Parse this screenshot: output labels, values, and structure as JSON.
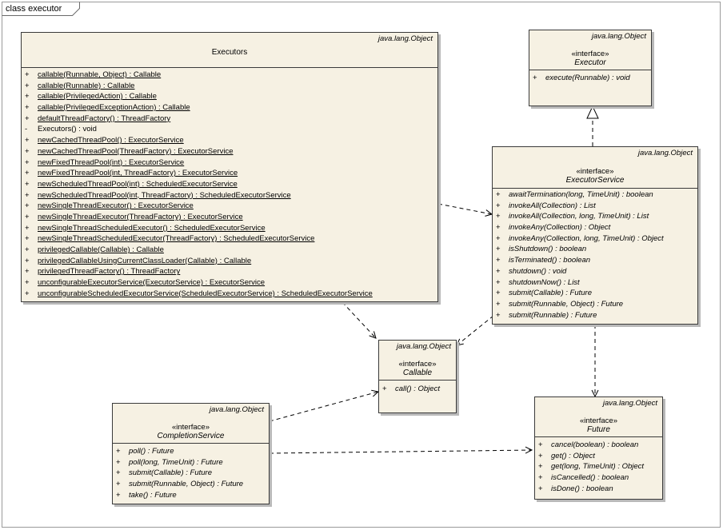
{
  "frame_title": "class executor",
  "classes": {
    "executors": {
      "package": "java.lang.Object",
      "name": "Executors",
      "operations": [
        {
          "vis": "+",
          "sig": "callable(Runnable, Object) : Callable"
        },
        {
          "vis": "+",
          "sig": "callable(Runnable) : Callable"
        },
        {
          "vis": "+",
          "sig": "callable(PrivilegedAction) : Callable"
        },
        {
          "vis": "+",
          "sig": "callable(PrivilegedExceptionAction) : Callable"
        },
        {
          "vis": "+",
          "sig": "defaultThreadFactory() : ThreadFactory"
        },
        {
          "vis": "-",
          "sig": "Executors() : void"
        },
        {
          "vis": "+",
          "sig": "newCachedThreadPool() : ExecutorService"
        },
        {
          "vis": "+",
          "sig": "newCachedThreadPool(ThreadFactory) : ExecutorService"
        },
        {
          "vis": "+",
          "sig": "newFixedThreadPool(int) : ExecutorService"
        },
        {
          "vis": "+",
          "sig": "newFixedThreadPool(int, ThreadFactory) : ExecutorService"
        },
        {
          "vis": "+",
          "sig": "newScheduledThreadPool(int) : ScheduledExecutorService"
        },
        {
          "vis": "+",
          "sig": "newScheduledThreadPool(int, ThreadFactory) : ScheduledExecutorService"
        },
        {
          "vis": "+",
          "sig": "newSingleThreadExecutor() : ExecutorService"
        },
        {
          "vis": "+",
          "sig": "newSingleThreadExecutor(ThreadFactory) : ExecutorService"
        },
        {
          "vis": "+",
          "sig": "newSingleThreadScheduledExecutor() : ScheduledExecutorService"
        },
        {
          "vis": "+",
          "sig": "newSingleThreadScheduledExecutor(ThreadFactory) : ScheduledExecutorService"
        },
        {
          "vis": "+",
          "sig": "privilegedCallable(Callable) : Callable"
        },
        {
          "vis": "+",
          "sig": "privilegedCallableUsingCurrentClassLoader(Callable) : Callable"
        },
        {
          "vis": "+",
          "sig": "privilegedThreadFactory() : ThreadFactory"
        },
        {
          "vis": "+",
          "sig": "unconfigurableExecutorService(ExecutorService) : ExecutorService"
        },
        {
          "vis": "+",
          "sig": "unconfigurableScheduledExecutorService(ScheduledExecutorService) : ScheduledExecutorService"
        }
      ]
    },
    "executor": {
      "package": "java.lang.Object",
      "stereotype": "«interface»",
      "name": "Executor",
      "operations": [
        {
          "vis": "+",
          "sig": "execute(Runnable) : void"
        }
      ]
    },
    "executor_service": {
      "package": "java.lang.Object",
      "stereotype": "«interface»",
      "name": "ExecutorService",
      "operations": [
        {
          "vis": "+",
          "sig": "awaitTermination(long, TimeUnit) : boolean"
        },
        {
          "vis": "+",
          "sig": "invokeAll(Collection) : List"
        },
        {
          "vis": "+",
          "sig": "invokeAll(Collection, long, TimeUnit) : List"
        },
        {
          "vis": "+",
          "sig": "invokeAny(Collection) : Object"
        },
        {
          "vis": "+",
          "sig": "invokeAny(Collection, long, TimeUnit) : Object"
        },
        {
          "vis": "+",
          "sig": "isShutdown() : boolean"
        },
        {
          "vis": "+",
          "sig": "isTerminated() : boolean"
        },
        {
          "vis": "+",
          "sig": "shutdown() : void"
        },
        {
          "vis": "+",
          "sig": "shutdownNow() : List"
        },
        {
          "vis": "+",
          "sig": "submit(Callable) : Future"
        },
        {
          "vis": "+",
          "sig": "submit(Runnable, Object) : Future"
        },
        {
          "vis": "+",
          "sig": "submit(Runnable) : Future"
        }
      ]
    },
    "callable": {
      "package": "java.lang.Object",
      "stereotype": "«interface»",
      "name": "Callable",
      "operations": [
        {
          "vis": "+",
          "sig": "call() : Object"
        }
      ]
    },
    "completion_service": {
      "package": "java.lang.Object",
      "stereotype": "«interface»",
      "name": "CompletionService",
      "operations": [
        {
          "vis": "+",
          "sig": "poll() : Future"
        },
        {
          "vis": "+",
          "sig": "poll(long, TimeUnit) : Future"
        },
        {
          "vis": "+",
          "sig": "submit(Callable) : Future"
        },
        {
          "vis": "+",
          "sig": "submit(Runnable, Object) : Future"
        },
        {
          "vis": "+",
          "sig": "take() : Future"
        }
      ]
    },
    "future": {
      "package": "java.lang.Object",
      "stereotype": "«interface»",
      "name": "Future",
      "operations": [
        {
          "vis": "+",
          "sig": "cancel(boolean) : boolean"
        },
        {
          "vis": "+",
          "sig": "get() : Object"
        },
        {
          "vis": "+",
          "sig": "get(long, TimeUnit) : Object"
        },
        {
          "vis": "+",
          "sig": "isCancelled() : boolean"
        },
        {
          "vis": "+",
          "sig": "isDone() : boolean"
        }
      ]
    }
  }
}
